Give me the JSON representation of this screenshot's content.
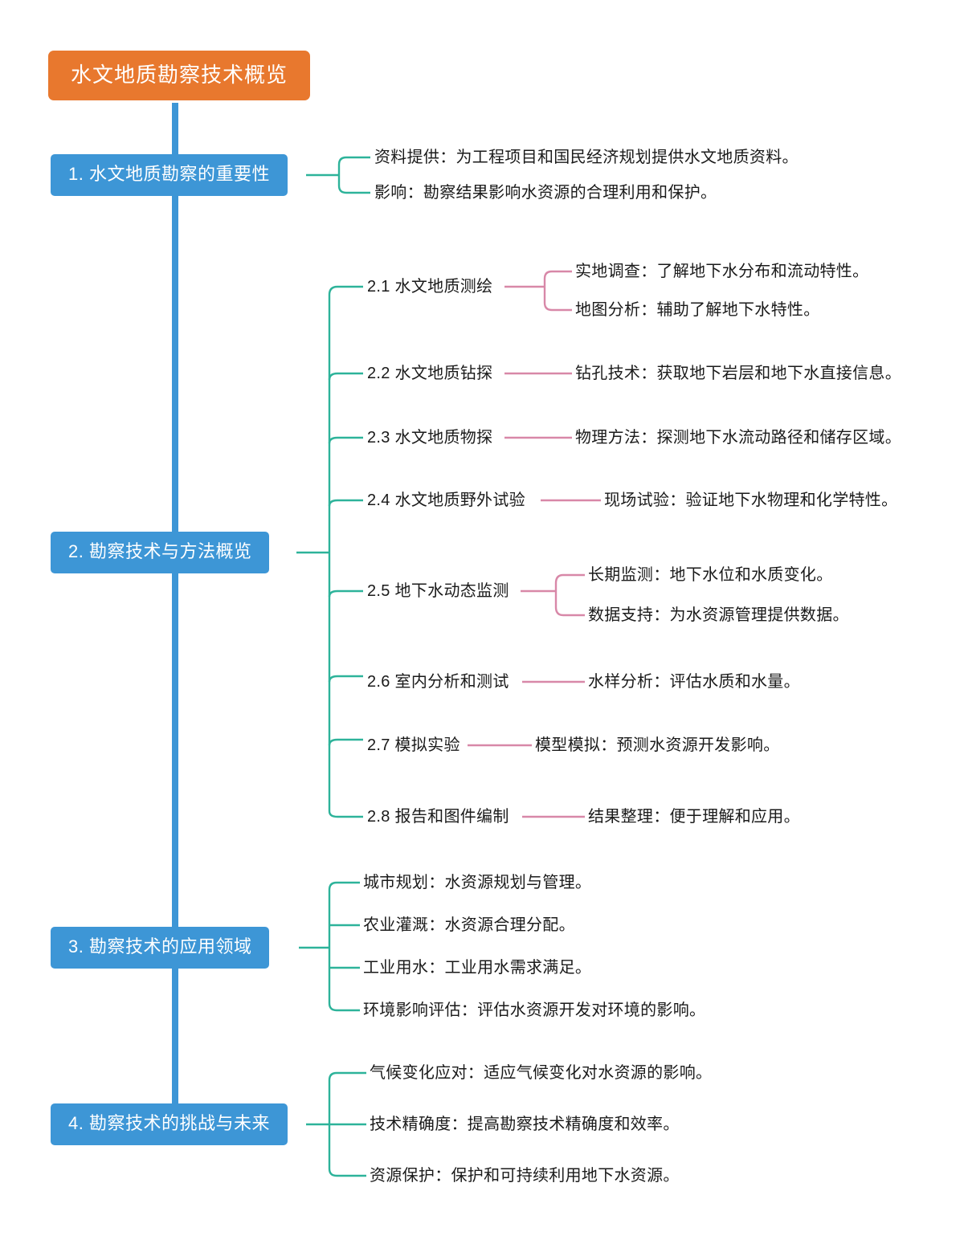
{
  "diagram": {
    "type": "mindmap",
    "title": "水文地质勘察技术概览",
    "colors": {
      "root_fill": "#E8782E",
      "branch_fill": "#3D96D6",
      "trunk_line": "#3D96D6",
      "level3_line": "#2DB39A",
      "level4_line": "#D888A8",
      "text_light": "#FFFFFF",
      "text_dark": "#1A1A1A",
      "background": "#FFFFFF"
    }
  },
  "root": {
    "label": "水文地质勘察技术概览"
  },
  "branches": [
    {
      "label": "1. 水文地质勘察的重要性",
      "children": [
        {
          "label": "资料提供：为工程项目和国民经济规划提供水文地质资料。"
        },
        {
          "label": "影响：勘察结果影响水资源的合理利用和保护。"
        }
      ]
    },
    {
      "label": "2. 勘察技术与方法概览",
      "children": [
        {
          "label": "2.1 水文地质测绘",
          "children": [
            {
              "label": "实地调查：了解地下水分布和流动特性。"
            },
            {
              "label": "地图分析：辅助了解地下水特性。"
            }
          ]
        },
        {
          "label": "2.2 水文地质钻探",
          "children": [
            {
              "label": "钻孔技术：获取地下岩层和地下水直接信息。"
            }
          ]
        },
        {
          "label": "2.3 水文地质物探",
          "children": [
            {
              "label": "物理方法：探测地下水流动路径和储存区域。"
            }
          ]
        },
        {
          "label": "2.4 水文地质野外试验",
          "children": [
            {
              "label": "现场试验：验证地下水物理和化学特性。"
            }
          ]
        },
        {
          "label": "2.5 地下水动态监测",
          "children": [
            {
              "label": "长期监测：地下水位和水质变化。"
            },
            {
              "label": "数据支持：为水资源管理提供数据。"
            }
          ]
        },
        {
          "label": "2.6 室内分析和测试",
          "children": [
            {
              "label": "水样分析：评估水质和水量。"
            }
          ]
        },
        {
          "label": "2.7 模拟实验",
          "children": [
            {
              "label": "模型模拟：预测水资源开发影响。"
            }
          ]
        },
        {
          "label": "2.8 报告和图件编制",
          "children": [
            {
              "label": "结果整理：便于理解和应用。"
            }
          ]
        }
      ]
    },
    {
      "label": "3. 勘察技术的应用领域",
      "children": [
        {
          "label": "城市规划：水资源规划与管理。"
        },
        {
          "label": "农业灌溉：水资源合理分配。"
        },
        {
          "label": "工业用水：工业用水需求满足。"
        },
        {
          "label": "环境影响评估：评估水资源开发对环境的影响。"
        }
      ]
    },
    {
      "label": "4. 勘察技术的挑战与未来",
      "children": [
        {
          "label": "气候变化应对：适应气候变化对水资源的影响。"
        },
        {
          "label": "技术精确度：提高勘察技术精确度和效率。"
        },
        {
          "label": "资源保护：保护和可持续利用地下水资源。"
        }
      ]
    }
  ]
}
